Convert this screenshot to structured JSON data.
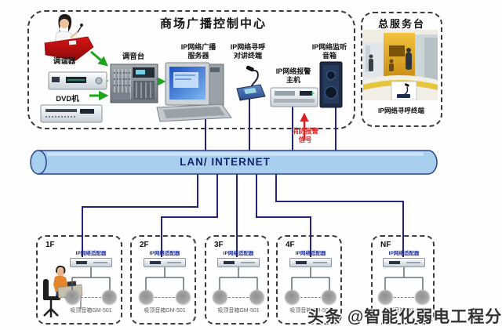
{
  "control_center": {
    "title": "商场广播控制中心",
    "tuner_label": "调谐器",
    "dvd_label": "DVD机",
    "mixer_label": "调音台",
    "server_label_1": "IP网络广播",
    "server_label_2": "服务器",
    "paging_label_1": "IP网络寻呼",
    "paging_label_2": "对讲终端",
    "alarm_label_1": "IP网络报警",
    "alarm_label_2": "主机",
    "monitor_label_1": "IP网络监听",
    "monitor_label_2": "音箱"
  },
  "service_desk": {
    "title": "总服务台",
    "terminal_label": "IP网络寻呼终端"
  },
  "fire_alarm": {
    "line1": "消防报警",
    "line2": "信号"
  },
  "network": {
    "backbone_label": "LAN/ INTERNET"
  },
  "floors": [
    {
      "id": "1F",
      "adapter_label": "IP网络适配器",
      "speaker_label": "吸顶音箱GM-501"
    },
    {
      "id": "2F",
      "adapter_label": "IP网络适配器",
      "speaker_label": "吸顶音箱GM-501"
    },
    {
      "id": "3F",
      "adapter_label": "IP网络适配器",
      "speaker_label": "吸顶音箱GM-501"
    },
    {
      "id": "4F",
      "adapter_label": "IP网络适配器",
      "speaker_label": "吸顶音箱GM-501"
    },
    {
      "id": "NF",
      "adapter_label": "IP网络适配器",
      "speaker_label": "吸顶音箱GM-501"
    }
  ],
  "watermark": "头条 @智能化弱电工程分享",
  "colors": {
    "backbone_fill": "#a9cfee",
    "backbone_stroke": "#26458c",
    "network_line": "#23237f",
    "arrow_green": "#1ea51e",
    "alert_red": "#d92020",
    "adapter_label_blue": "#2333a0"
  }
}
